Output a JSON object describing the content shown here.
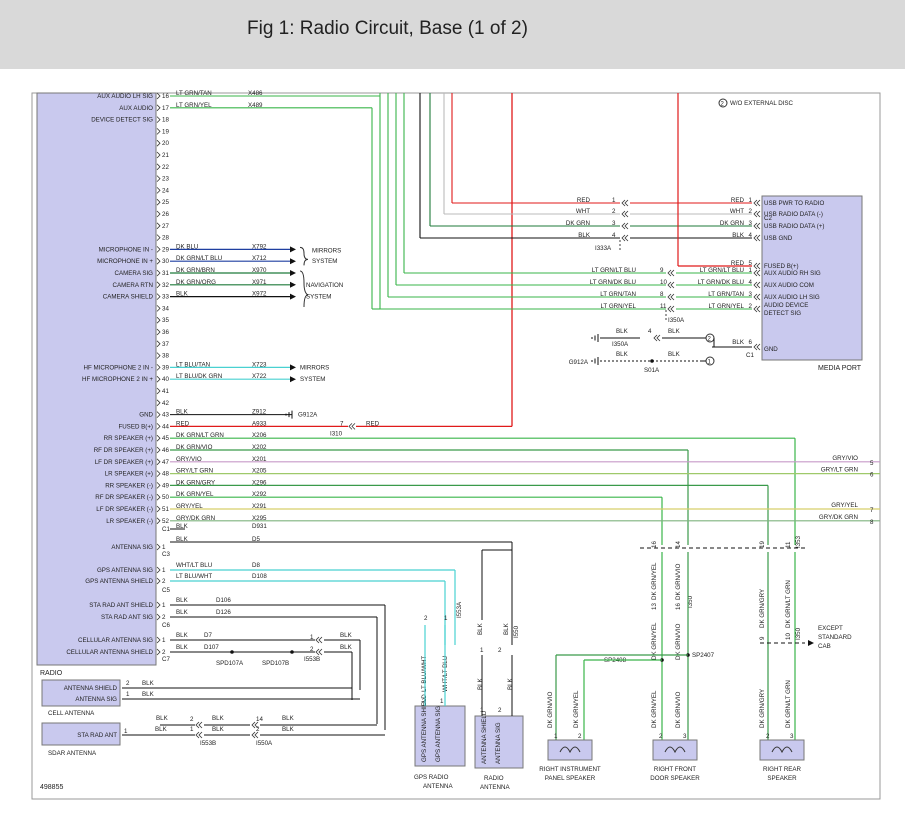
{
  "header": {
    "title": "Fig 1: Radio Circuit, Base (1 of 2)"
  },
  "radio": {
    "label": "RADIO",
    "aux": [
      {
        "name": "AUX AUDIO LH SIG",
        "pin": "16",
        "wire": "LT GRN/TAN",
        "circuit": "X486"
      },
      {
        "name": "AUX AUDIO",
        "pin": "17",
        "wire": "LT GRN/YEL",
        "circuit": "X489"
      },
      {
        "name": "DEVICE DETECT SIG",
        "pin": "18",
        "wire": "",
        "circuit": ""
      }
    ],
    "empty_pins": [
      "19",
      "20",
      "21",
      "22",
      "23",
      "24",
      "25",
      "26",
      "27",
      "28"
    ],
    "mic_rows": [
      {
        "name": "MICROPHONE IN -",
        "pin": "29",
        "wire": "DK BLU",
        "circuit": "X792",
        "color": "#1f3fa0"
      },
      {
        "name": "MICROPHONE IN +",
        "pin": "30",
        "wire": "DK GRN/LT BLU",
        "circuit": "X712",
        "color": "#1f3fa0"
      },
      {
        "name": "CAMERA SIG",
        "pin": "31",
        "wire": "DK GRN/BRN",
        "circuit": "X970",
        "color": "#1e7a3a"
      },
      {
        "name": "CAMERA RTN",
        "pin": "32",
        "wire": "DK GRN/ORG",
        "circuit": "X971",
        "color": "#1e7a3a"
      },
      {
        "name": "CAMERA SHIELD",
        "pin": "33",
        "wire": "BLK",
        "circuit": "X972",
        "color": "#111111"
      }
    ],
    "mirrors_system": "MIRRORS SYSTEM",
    "navigation_system": "NAVIGATION SYSTEM",
    "pins_34_38": [
      "34",
      "35",
      "36",
      "37",
      "38"
    ],
    "hf_rows": [
      {
        "name": "HF MICROPHONE 2 IN -",
        "pin": "39",
        "wire": "LT BLU/TAN",
        "circuit": "X723"
      },
      {
        "name": "HF MICROPHONE 2 IN +",
        "pin": "40",
        "wire": "LT BLU/DK GRN",
        "circuit": "X722"
      }
    ],
    "hf_mirrors_system": "MIRRORS SYSTEM",
    "pins_41_42": [
      "41",
      "42"
    ],
    "gnd": {
      "name": "GND",
      "pin": "43",
      "wire": "BLK",
      "circuit": "Z912",
      "ground": "G912A"
    },
    "fused": {
      "name": "FUSED B(+)",
      "pin": "44",
      "wire": "RED",
      "circuit": "A933",
      "conn_pin": "7",
      "conn": "I310",
      "wire2": "RED"
    },
    "speakers": [
      {
        "name": "RR SPEAKER (+)",
        "pin": "45",
        "wire": "DK GRN/LT GRN",
        "circuit": "X206"
      },
      {
        "name": "RF DR SPEAKER (+)",
        "pin": "46",
        "wire": "DK GRN/VIO",
        "circuit": "X202"
      },
      {
        "name": "LF DR SPEAKER (+)",
        "pin": "47",
        "wire": "GRY/VIO",
        "circuit": "X201"
      },
      {
        "name": "LR SPEAKER (+)",
        "pin": "48",
        "wire": "GRY/LT GRN",
        "circuit": "X205"
      },
      {
        "name": "RR SPEAKER (-)",
        "pin": "49",
        "wire": "DK GRN/GRY",
        "circuit": "X296"
      },
      {
        "name": "RF DR SPEAKER (-)",
        "pin": "50",
        "wire": "DK GRN/YEL",
        "circuit": "X292"
      },
      {
        "name": "LF DR SPEAKER (-)",
        "pin": "51",
        "wire": "GRY/YEL",
        "circuit": "X291"
      },
      {
        "name": "LR SPEAKER (-)",
        "pin": "52",
        "wire": "GRY/DK GRN",
        "circuit": "X295"
      }
    ],
    "c1_pin": "C1",
    "c1_wire": "BLK",
    "c1_circuit": "D931",
    "antenna_sig": {
      "name": "ANTENNA SIG",
      "pin": "1",
      "wire": "BLK",
      "circuit": "D5",
      "conn": "C3"
    },
    "gps": [
      {
        "name": "GPS ANTENNA SIG",
        "pin": "1",
        "wire": "WHT/LT BLU",
        "circuit": "D8"
      },
      {
        "name": "GPS ANTENNA SHIELD",
        "pin": "2",
        "wire": "LT BLU/WHT",
        "circuit": "D108"
      }
    ],
    "gps_conn": "C5",
    "sta": [
      {
        "name": "STA RAD ANT SHIELD",
        "pin": "1",
        "wire": "BLK",
        "circuit": "D106"
      },
      {
        "name": "STA RAD ANT SIG",
        "pin": "2",
        "wire": "BLK",
        "circuit": "D126"
      }
    ],
    "sta_conn": "C6",
    "cell": [
      {
        "name": "CELLULAR ANTENNA SIG",
        "pin": "1",
        "wire": "BLK",
        "circuit": "D7"
      },
      {
        "name": "CELLULAR ANTENNA SHIELD",
        "pin": "2",
        "wire": "BLK",
        "circuit": "D107"
      }
    ],
    "cell_conn": "C7",
    "spd107a": "SPD107A",
    "spd107b": "SPD107B",
    "i553b_cell": "I553B"
  },
  "cell_antenna": {
    "label": "CELL ANTENNA",
    "shield": "ANTENNA SHIELD",
    "sig": "ANTENNA SIG",
    "p2": "2",
    "p1": "1",
    "wire": "BLK"
  },
  "sdar_antenna": {
    "label": "SDAR ANTENNA",
    "name": "STA RAD ANT",
    "p1": "1",
    "wire": "BLK",
    "wire_top": "BLK",
    "c1": "2",
    "c2": "1",
    "d1": "14",
    "d2": "2",
    "i553b": "I553B",
    "i550a": "I550A"
  },
  "media_port": {
    "label": "MEDIA PORT",
    "pins_c2": [
      {
        "name": "USB PWR TO RADIO",
        "pin": "1",
        "wire": "RED",
        "lpin": "1",
        "lwire": "RED"
      },
      {
        "name": "USB RADIO DATA (-)",
        "pin": "2",
        "wire": "WHT",
        "lpin": "2",
        "lwire": "WHT"
      },
      {
        "name": "USB RADIO DATA (+)",
        "pin": "3",
        "wire": "DK GRN",
        "lpin": "3",
        "lwire": "DK GRN"
      },
      {
        "name": "USB GND",
        "pin": "4",
        "wire": "BLK",
        "lpin": "4",
        "lwire": "BLK"
      }
    ],
    "c2": "C2",
    "i333a": "I333A",
    "pins_c1": [
      {
        "name": "FUSED B(+)",
        "pin": "5",
        "wire": "RED",
        "lpin": "",
        "lwire": ""
      },
      {
        "name": "AUX AUDIO RH SIG",
        "pin": "1",
        "wire": "LT GRN/LT BLU",
        "lpin": "9",
        "lwire": "LT GRN/LT BLU"
      },
      {
        "name": "AUX AUDIO COM",
        "pin": "4",
        "wire": "LT GRN/DK BLU",
        "lpin": "10",
        "lwire": "LT GRN/DK BLU"
      },
      {
        "name": "AUX AUDIO LH SIG",
        "pin": "3",
        "wire": "LT GRN/TAN",
        "lpin": "8",
        "lwire": "LT GRN/TAN"
      },
      {
        "name": "AUDIO DEVICE DETECT SIG",
        "pin": "2",
        "wire": "LT GRN/YEL",
        "lpin": "11",
        "lwire": "LT GRN/YEL"
      }
    ],
    "i350a": "I350A",
    "gnd": {
      "name": "GND",
      "pin": "6",
      "wire": "BLK",
      "conn": "C1"
    },
    "gnd_a": {
      "wire": "BLK",
      "pin": "4",
      "wire2": "BLK",
      "conn": "I350A"
    },
    "gnd_b": {
      "wire": "BLK",
      "wire2": "BLK",
      "ground": "G912A",
      "splice": "S01A"
    },
    "note": "W/O EXTERNAL DISC",
    "note_num": "2",
    "note_num2": "1"
  },
  "right_refs": [
    {
      "wire": "GRY/VIO",
      "num": "5"
    },
    {
      "wire": "GRY/LT GRN",
      "num": "6"
    },
    {
      "wire": "GRY/YEL",
      "num": "7"
    },
    {
      "wire": "GRY/DK GRN",
      "num": "8"
    }
  ],
  "speakers_out": {
    "inst": {
      "label": "RIGHT INSTRUMENT PANEL SPEAKER",
      "w1": "DK GRN/VIO",
      "w2": "DK GRN/YEL",
      "p1": "1",
      "p2": "2"
    },
    "front": {
      "label": "RIGHT FRONT DOOR SPEAKER",
      "top1": "16",
      "top2": "14",
      "mid_w1": "DK GRN/YEL",
      "mid_w2": "DK GRN/VIO",
      "mid_p1": "13",
      "mid_p2": "16",
      "conn": "I350",
      "low_w1": "DK GRN/YEL",
      "low_w2": "DK GRN/VIO",
      "w1": "DK GRN/YEL",
      "w2": "DK GRN/VIO",
      "p1": "2",
      "p2": "3",
      "sp2407": "SP2407",
      "sp2408": "SP2408"
    },
    "rear": {
      "label": "RIGHT REAR SPEAKER",
      "top1": "19",
      "top2": "11",
      "conn": "I353",
      "mid_w1": "DK GRN/GRY",
      "mid_w2": "DK GRN/LT GRN",
      "mid_p1": "9",
      "mid_p2": "10",
      "conn2": "I350",
      "except": "EXCEPT STANDARD CAB",
      "w1": "DK GRN/GRY",
      "w2": "DK GRN/LT GRN",
      "p1": "2",
      "p2": "3"
    }
  },
  "gps_antenna": {
    "label": "GPS RADIO ANTENNA",
    "shield": "GPS ANTENNA SHIELD",
    "sig": "GPS ANTENNA SIG",
    "w1": "LT BLU/WHT",
    "w2": "WHT/LT BLU",
    "p1": "2",
    "p2": "1",
    "conn": "I553A",
    "c1": "2",
    "c2": "1"
  },
  "radio_antenna": {
    "label": "RADIO ANTENNA",
    "shield": "ANTENNA SHIELD",
    "sig": "ANTENNA SIG",
    "w1": "BLK",
    "w2": "BLK",
    "p1": "1",
    "p2": "2",
    "wt1": "BLK",
    "wt2": "BLK",
    "conn": "I550",
    "c1": "1",
    "c2": "2"
  },
  "footer": {
    "code": "498855"
  }
}
